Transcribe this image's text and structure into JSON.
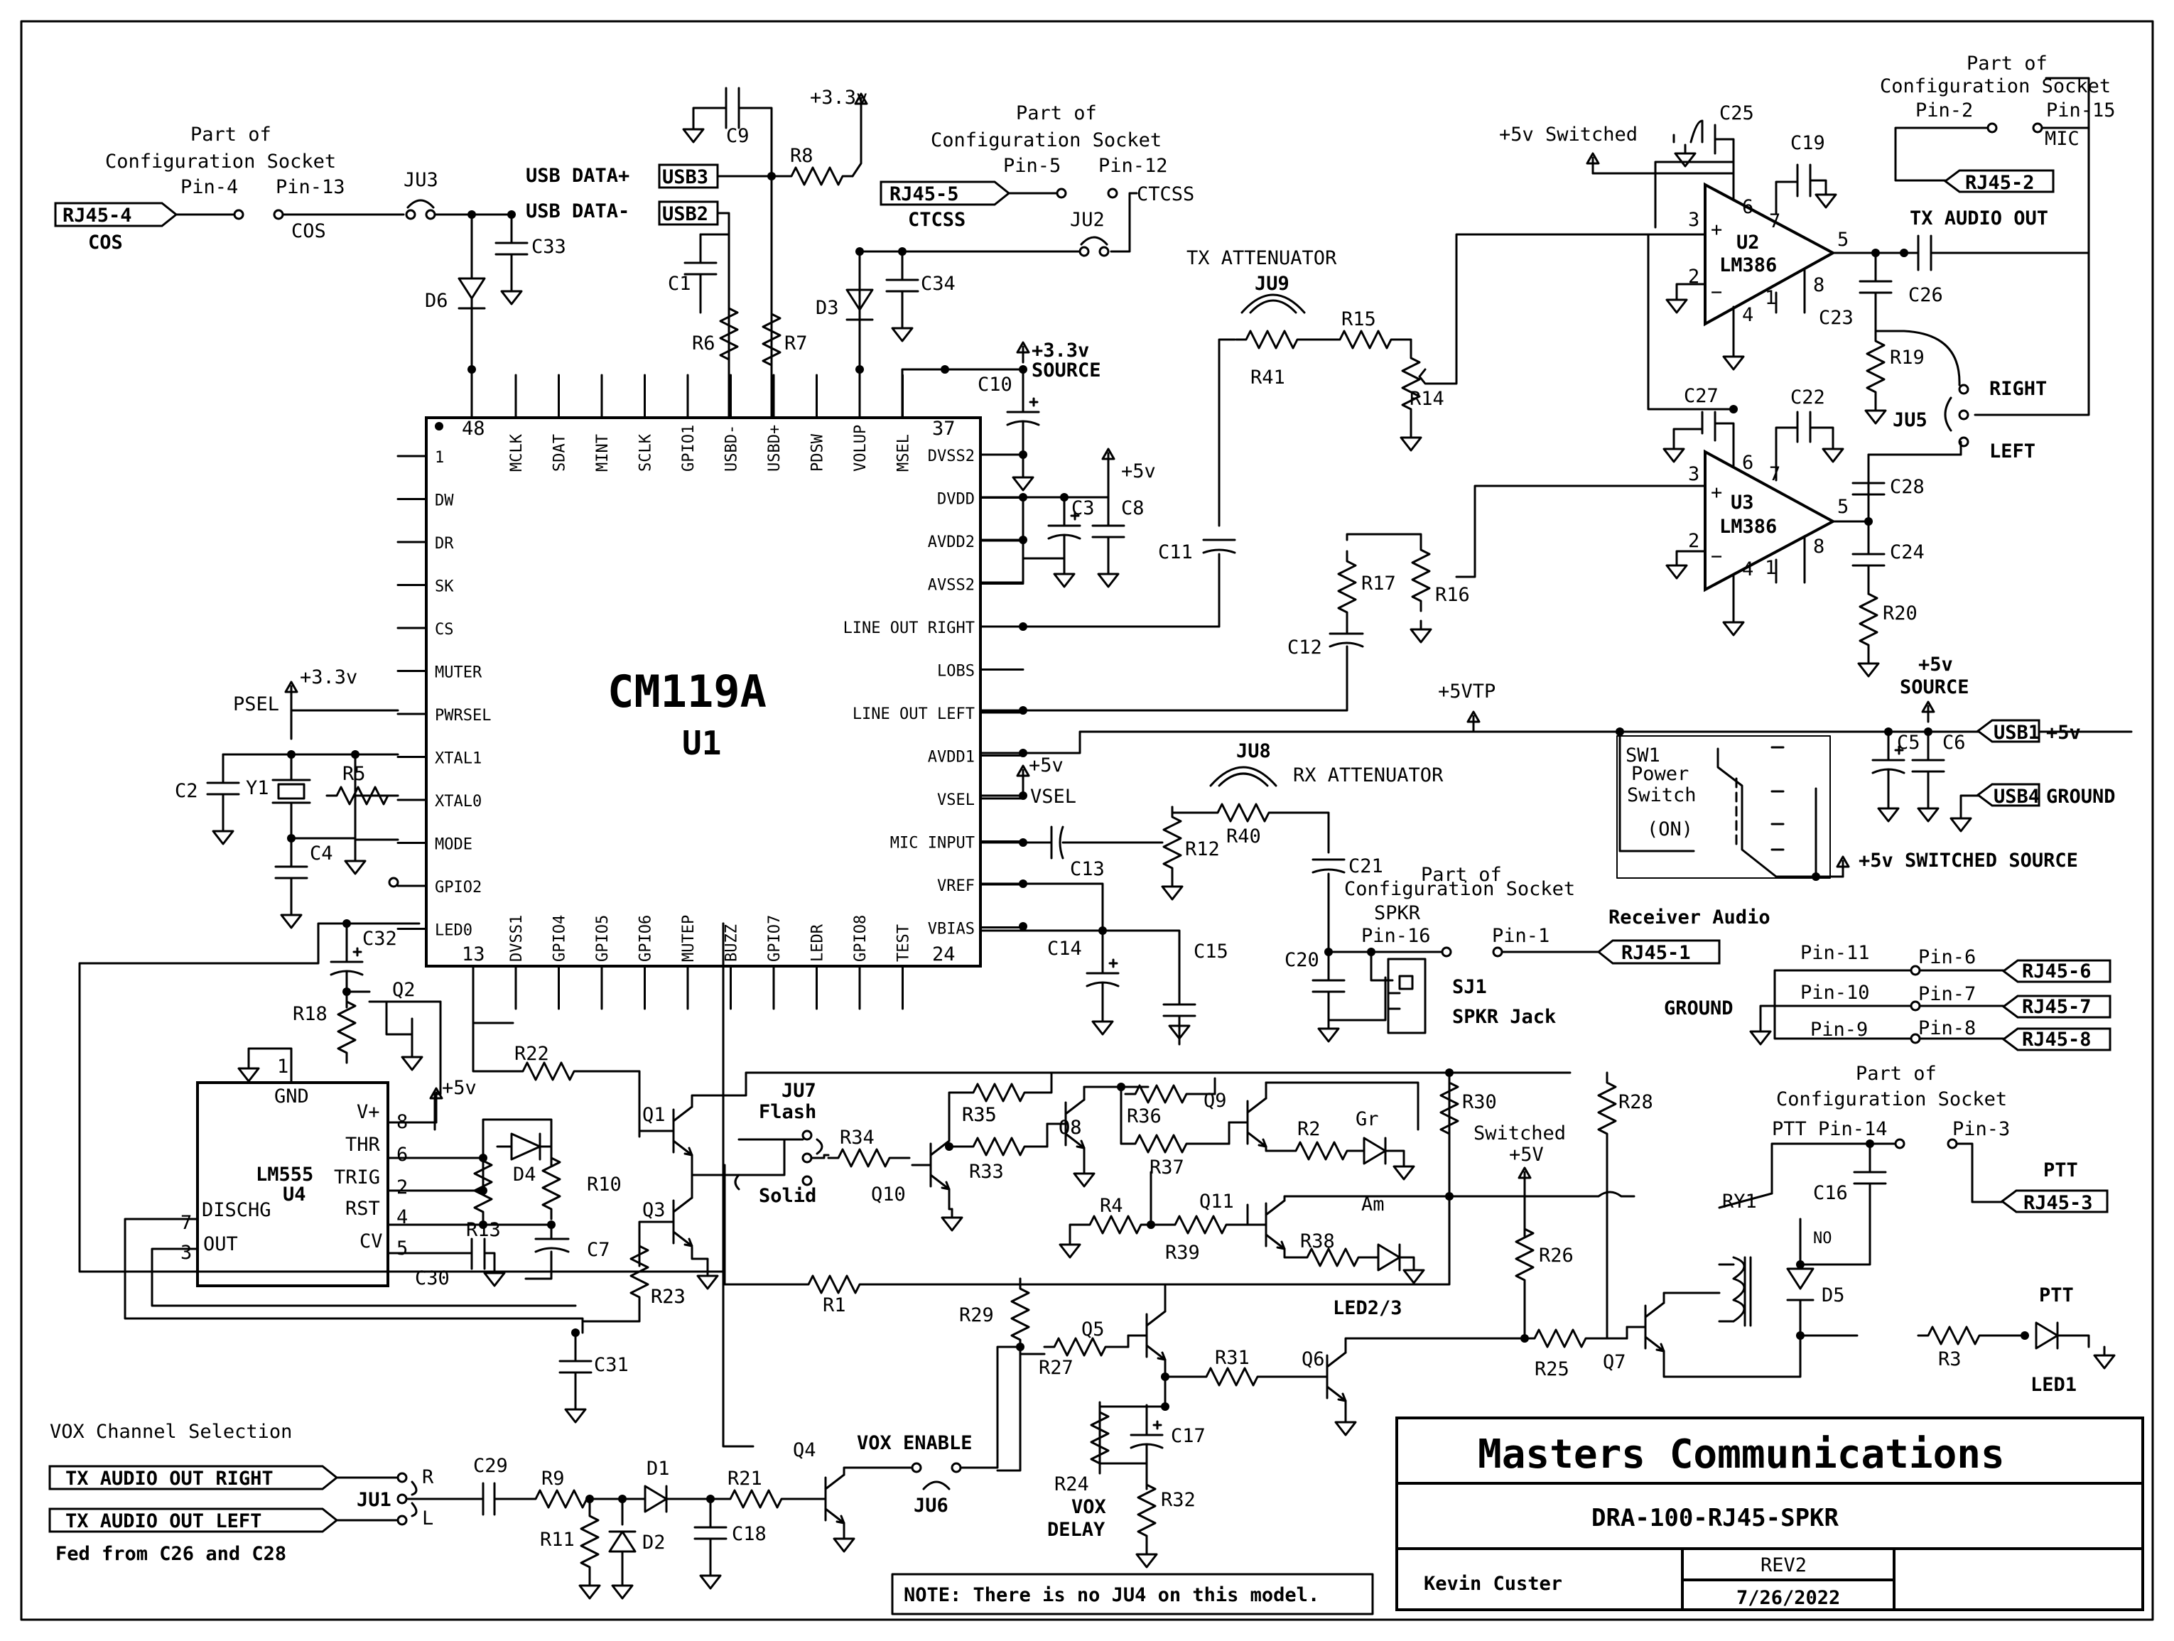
{
  "title_block": {
    "company": "Masters Communications",
    "drawing": "DRA-100-RJ45-SPKR",
    "author": "Kevin Custer",
    "revision": "REV2",
    "date": "7/26/2022"
  },
  "note": "NOTE: There is no JU4 on this model.",
  "main_ic": {
    "part": "CM119A",
    "ref": "U1",
    "pin_first": "1",
    "pin_top_right": "37",
    "pin_top_left": "48",
    "pin_bottom_left": "13",
    "pin_bottom_right": "24",
    "left_pins": [
      "1",
      "DW",
      "DR",
      "SK",
      "CS",
      "MUTER",
      "PWRSEL",
      "XTAL1",
      "XTAL0",
      "MODE",
      "GPIO2",
      "LED0"
    ],
    "right_pins": [
      "DVSS2",
      "DVDD",
      "AVDD2",
      "AVSS2",
      "LINE OUT RIGHT",
      "LOBS",
      "LINE OUT LEFT",
      "AVDD1",
      "VSEL",
      "MIC INPUT",
      "VREF",
      "VBIAS"
    ],
    "top_pins": [
      "MCLK",
      "SDAT",
      "MINT",
      "SCLK",
      "GPIO1",
      "USBD-",
      "USBD+",
      "PDSW",
      "VOLUP",
      "MSEL"
    ],
    "bottom_pins": [
      "DVSS1",
      "GPIO4",
      "GPIO5",
      "GPIO6",
      "MUTEP",
      "BUZZ",
      "GPIO7",
      "LEDR",
      "GPIO8",
      "TEST"
    ]
  },
  "amps": [
    {
      "ref": "U2",
      "part": "LM386",
      "pins": [
        "3",
        "2",
        "6",
        "4",
        "7",
        "1",
        "8",
        "5"
      ]
    },
    {
      "ref": "U3",
      "part": "LM386",
      "pins": [
        "3",
        "2",
        "6",
        "4",
        "7",
        "1",
        "8",
        "5"
      ]
    }
  ],
  "timer": {
    "part": "LM555",
    "ref": "U4",
    "gnd": "GND",
    "pins": [
      {
        "num": "8",
        "name": "V+"
      },
      {
        "num": "6",
        "name": "THR"
      },
      {
        "num": "2",
        "name": "TRIG"
      },
      {
        "num": "4",
        "name": "RST"
      },
      {
        "num": "5",
        "name": "CV"
      },
      {
        "num": "7",
        "name": "DISCHG"
      },
      {
        "num": "3",
        "name": "OUT"
      },
      {
        "num": "1",
        "name": ""
      }
    ]
  },
  "connector_tags": {
    "rj45_4": "RJ45-4",
    "rj45_5": "RJ45-5",
    "rj45_2": "RJ45-2",
    "rj45_1": "RJ45-1",
    "rj45_6": "RJ45-6",
    "rj45_7": "RJ45-7",
    "rj45_8": "RJ45-8",
    "rj45_3": "RJ45-3",
    "usb1": "USB1",
    "usb2": "USB2",
    "usb3": "USB3",
    "usb4": "USB4",
    "tx_right": "TX AUDIO OUT RIGHT",
    "tx_left": "TX AUDIO OUT LEFT"
  },
  "labels": {
    "part_of": "Part of",
    "config_socket": "Configuration Socket",
    "cos_pin4": "Pin-4",
    "cos_pin13": "Pin-13",
    "cos": "COS",
    "cos2": "COS",
    "ju3": "JU3",
    "usb_data_plus": "USB DATA+",
    "usb_data_minus": "USB DATA-",
    "v33_top": "+3.3v",
    "ctcss_pin5": "Pin-5",
    "ctcss_pin12": "Pin-12",
    "ctcss": "CTCSS",
    "ctcss2": "CTCSS",
    "ju2": "JU2",
    "v33_source": "+3.3v",
    "source": "SOURCE",
    "tx_atten": "TX ATTENUATOR",
    "ju9": "JU9",
    "v5_switched": "+5v Switched",
    "mic_pin2": "Pin-2",
    "mic_pin15": "Pin-15",
    "mic": "MIC",
    "tx_audio_out": "TX AUDIO OUT",
    "right": "RIGHT",
    "left": "LEFT",
    "ju5": "JU5",
    "v5_dvdd": "+5v",
    "v33_psel": "+3.3v",
    "psel": "PSEL",
    "v5tp": "+5VTP",
    "v5_source": "+5v",
    "source2": "SOURCE",
    "v5_usb": "+5v",
    "ground_usb": "GROUND",
    "sw1": "SW1",
    "sw1b": "Power",
    "sw1c": "Switch",
    "sw1d": "(ON)",
    "v5_switched_source": "+5v SWITCHED SOURCE",
    "v5_vsel": "+5v",
    "vsel": "VSEL",
    "ju8": "JU8",
    "rx_atten": "RX ATTENUATOR",
    "spkr": "SPKR",
    "spkr_pin16": "Pin-16",
    "pin1": "Pin-1",
    "rx_audio": "Receiver Audio",
    "sj1": "SJ1",
    "spkr_jack": "SPKR Jack",
    "ground2": "GROUND",
    "pin11": "Pin-11",
    "pin10": "Pin-10",
    "pin9": "Pin-9",
    "pin6": "Pin-6",
    "pin7": "Pin-7",
    "pin8": "Pin-8",
    "ptt_pin14": "PTT Pin-14",
    "pin3": "Pin-3",
    "ptt": "PTT",
    "ptt_led": "PTT",
    "ry1": "RY1",
    "no": "NO",
    "led1": "LED1",
    "ju7": "JU7",
    "flash": "Flash",
    "solid": "Solid",
    "switched": "Switched",
    "v5_switched2": "+5V",
    "led23": "LED2/3",
    "gr": "Gr",
    "am": "Am",
    "v5_555": "+5v",
    "vox_sel": "VOX Channel Selection",
    "fed_from": "Fed from C26 and C28",
    "ju1": "JU1",
    "r": "R",
    "l": "L",
    "vox_enable": "VOX ENABLE",
    "ju6": "JU6",
    "vox": "VOX",
    "delay": "DELAY"
  },
  "refdes": {
    "C1": "C1",
    "C2": "C2",
    "C3": "C3",
    "C4": "C4",
    "C5": "C5",
    "C6": "C6",
    "C7": "C7",
    "C8": "C8",
    "C9": "C9",
    "C10": "C10",
    "C11": "C11",
    "C12": "C12",
    "C13": "C13",
    "C14": "C14",
    "C15": "C15",
    "C16": "C16",
    "C17": "C17",
    "C18": "C18",
    "C19": "C19",
    "C20": "C20",
    "C21": "C21",
    "C22": "C22",
    "C23": "C23",
    "C24": "C24",
    "C25": "C25",
    "C26": "C26",
    "C27": "C27",
    "C28": "C28",
    "C29": "C29",
    "C30": "C30",
    "C31": "C31",
    "C32": "C32",
    "C33": "C33",
    "C34": "C34",
    "R1": "R1",
    "R2": "R2",
    "R3": "R3",
    "R4": "R4",
    "R5": "R5",
    "R6": "R6",
    "R7": "R7",
    "R8": "R8",
    "R9": "R9",
    "R10": "R10",
    "R11": "R11",
    "R12": "R12",
    "R13": "R13",
    "R14": "R14",
    "R15": "R15",
    "R16": "R16",
    "R17": "R17",
    "R18": "R18",
    "R19": "R19",
    "R20": "R20",
    "R21": "R21",
    "R22": "R22",
    "R23": "R23",
    "R24": "R24",
    "R25": "R25",
    "R26": "R26",
    "R27": "R27",
    "R28": "R28",
    "R29": "R29",
    "R30": "R30",
    "R31": "R31",
    "R32": "R32",
    "R33": "R33",
    "R34": "R34",
    "R35": "R35",
    "R36": "R36",
    "R37": "R37",
    "R38": "R38",
    "R39": "R39",
    "R40": "R40",
    "R41": "R41",
    "D1": "D1",
    "D2": "D2",
    "D3": "D3",
    "D4": "D4",
    "D5": "D5",
    "D6": "D6",
    "Q1": "Q1",
    "Q2": "Q2",
    "Q3": "Q3",
    "Q4": "Q4",
    "Q5": "Q5",
    "Q6": "Q6",
    "Q7": "Q7",
    "Q8": "Q8",
    "Q9": "Q9",
    "Q10": "Q10",
    "Q11": "Q11",
    "Y1": "Y1"
  }
}
